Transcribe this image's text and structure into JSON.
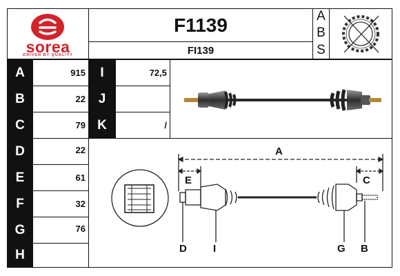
{
  "brand": {
    "name": "sorea",
    "tagline": "DRIVEN BY QUALITY",
    "red": "#d2232a"
  },
  "part": {
    "reference": "F1139",
    "alt_reference": "FI139"
  },
  "abs_labels": [
    "A",
    "B",
    "S"
  ],
  "dimensions": [
    {
      "letter": "A",
      "value": "915"
    },
    {
      "letter": "B",
      "value": "22"
    },
    {
      "letter": "C",
      "value": "79"
    },
    {
      "letter": "D",
      "value": "22"
    },
    {
      "letter": "E",
      "value": "61"
    },
    {
      "letter": "F",
      "value": "32"
    },
    {
      "letter": "G",
      "value": "76"
    },
    {
      "letter": "H",
      "value": ""
    }
  ],
  "extra_dimensions": [
    {
      "letter": "I",
      "value": "72,5"
    },
    {
      "letter": "J",
      "value": ""
    },
    {
      "letter": "K",
      "value": "/"
    }
  ],
  "diagram_labels": {
    "A": "A",
    "E": "E",
    "C": "C",
    "D": "D",
    "I": "I",
    "G": "G",
    "B": "B"
  }
}
